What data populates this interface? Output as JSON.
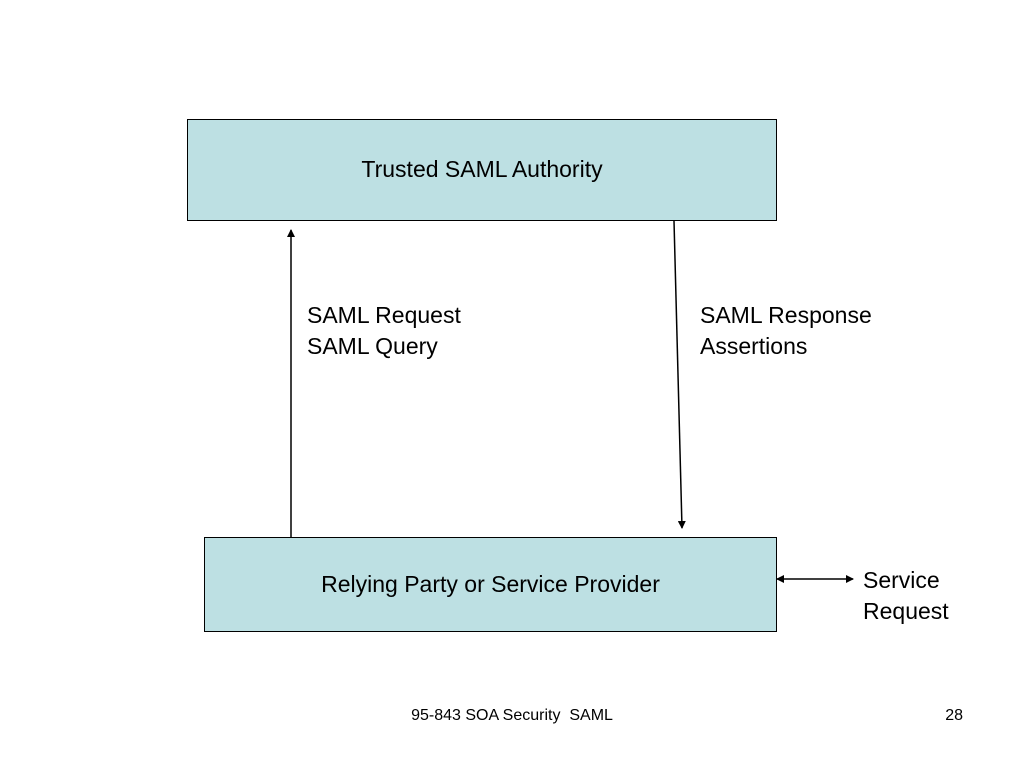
{
  "diagram": {
    "authority_box": {
      "label": "Trusted SAML Authority"
    },
    "relying_box": {
      "label": "Relying Party or Service Provider"
    },
    "request_label": {
      "line1": "SAML Request",
      "line2": "SAML Query"
    },
    "response_label": {
      "line1": "SAML Response",
      "line2": "Assertions"
    },
    "service_label": {
      "line1": "Service",
      "line2": "Request"
    }
  },
  "footer": {
    "title": "95-843 SOA Security  SAML",
    "page_number": "28"
  },
  "colors": {
    "box_fill": "#bde0e3",
    "line": "#000000"
  }
}
